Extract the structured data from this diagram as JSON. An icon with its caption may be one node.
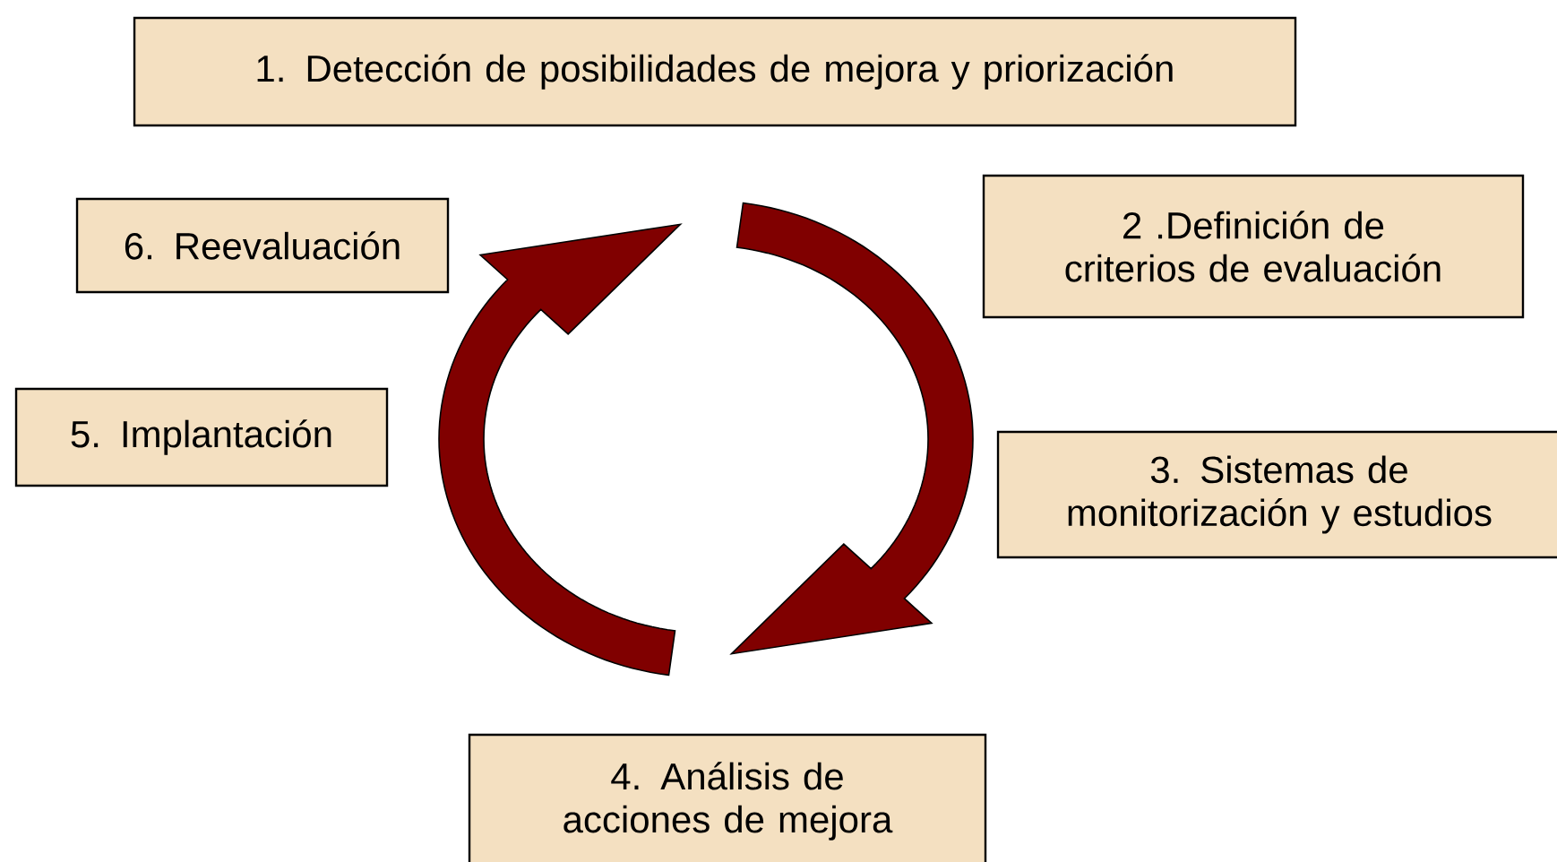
{
  "diagram": {
    "nodes": [
      {
        "text": [
          "1. Detección de posibilidades de mejora y priorización"
        ]
      },
      {
        "text": [
          "2 .Definición de criterios de evaluación"
        ]
      },
      {
        "text": [
          "3. Sistemas de monitorización y estudios"
        ]
      },
      {
        "text": [
          "4. Análisis de acciones de mejora"
        ]
      },
      {
        "text": [
          "5. Implantación"
        ]
      },
      {
        "text": [
          "6. Reevaluación"
        ]
      }
    ]
  }
}
